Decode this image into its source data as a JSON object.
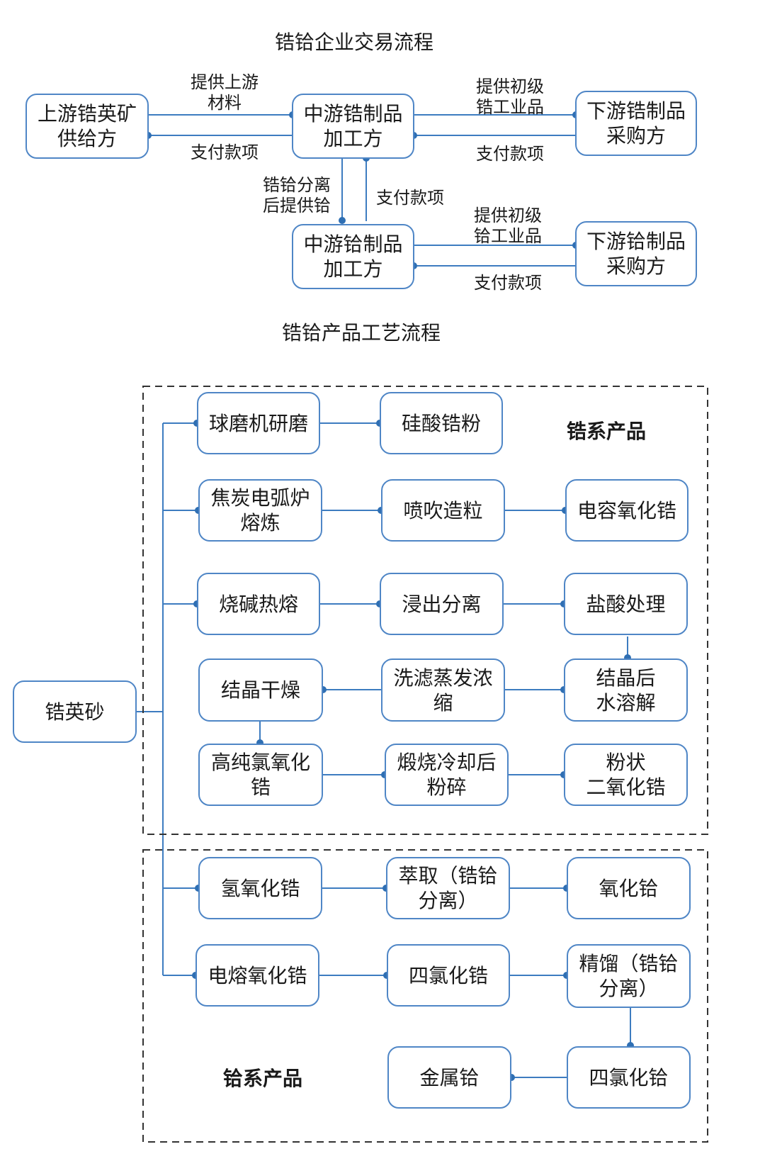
{
  "trade": {
    "title": "锆铪企业交易流程",
    "upstream": "上游锆英矿\n供给方",
    "mid_top": "中游锆制品\n加工方",
    "down_top": "下游锆制品\n采购方",
    "mid_bottom": "中游铪制品\n加工方",
    "down_bottom": "下游铪制品\n采购方",
    "lbl_supply_material": "提供上游\n材料",
    "lbl_pay_upstream": "支付款项",
    "lbl_supply_zr": "提供初级\n锆工业品",
    "lbl_pay_down_top": "支付款项",
    "lbl_separate": "锆铪分离\n后提供铪",
    "lbl_pay_mid": "支付款项",
    "lbl_supply_hf": "提供初级\n铪工业品",
    "lbl_pay_down_bottom": "支付款项"
  },
  "process": {
    "title": "锆铪产品工艺流程",
    "source": "锆英砂",
    "zr_section": "锆系产品",
    "hf_section": "铪系产品",
    "nodes": {
      "ball_mill": "球磨机研磨",
      "zr_silicate": "硅酸锆粉",
      "coke_arc": "焦炭电弧炉\n熔炼",
      "spray_gran": "喷吹造粒",
      "cap_zro2": "电容氧化锆",
      "caustic_fuse": "烧碱热熔",
      "leach_sep": "浸出分离",
      "hcl_treat": "盐酸处理",
      "crystal_dry": "结晶干燥",
      "wash_filter": "洗滤蒸发浓\n缩",
      "crystal_dissolve": "结晶后\n水溶解",
      "hp_oxychloride": "高纯氯氧化\n锆",
      "calcine": "煅烧冷却后\n粉碎",
      "powder_zro2": "粉状\n二氧化锆",
      "zr_hydroxide": "氢氧化锆",
      "extraction": "萃取（锆铪\n分离）",
      "hf_oxide": "氧化铪",
      "fused_zro2": "电熔氧化锆",
      "zrcl4": "四氯化锆",
      "rectify": "精馏（锆铪\n分离）",
      "hf_metal": "金属铪",
      "hfcl4": "四氯化铪"
    }
  },
  "colors": {
    "line": "#3d7cc0",
    "border": "#4f86c6",
    "dot": "#2f6fb3"
  }
}
